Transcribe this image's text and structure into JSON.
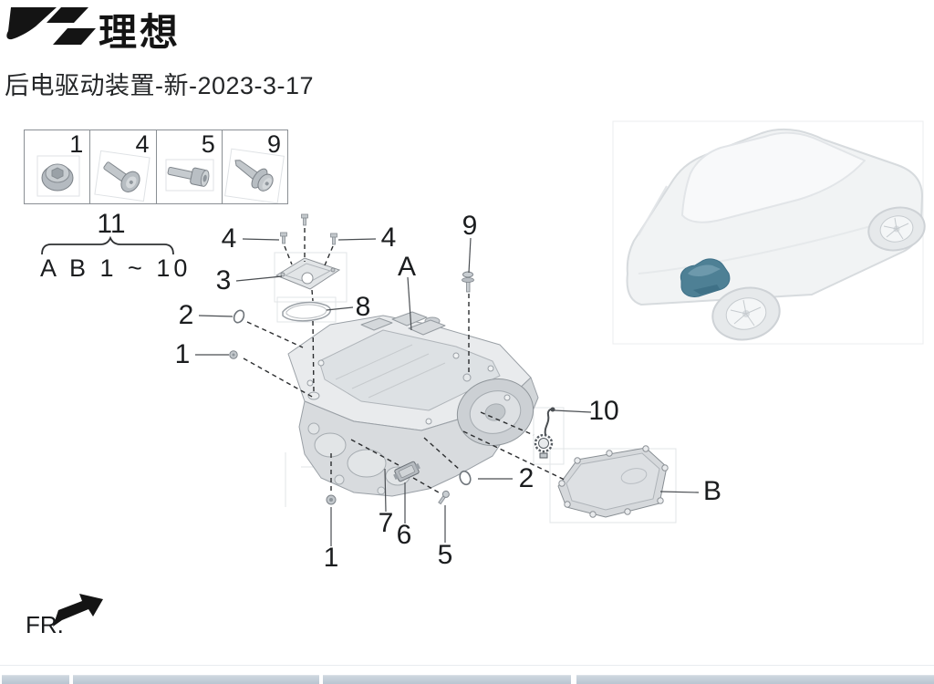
{
  "brand": {
    "name": "理想",
    "logo_icon": "li-auto-mark"
  },
  "page": {
    "title": "后电驱动装置-新-2023-3-17"
  },
  "legend": {
    "items": [
      {
        "num": "1",
        "icon": "flanged-nut-icon"
      },
      {
        "num": "4",
        "icon": "torx-bolt-icon"
      },
      {
        "num": "5",
        "icon": "socket-head-screw-icon"
      },
      {
        "num": "9",
        "icon": "washer-head-bolt-icon"
      }
    ]
  },
  "group": {
    "number": "11",
    "members": "A B 1 ~ 10"
  },
  "callouts": {
    "four_left": "4",
    "four_right": "4",
    "three": "3",
    "two_left": "2",
    "one_left": "1",
    "eight": "8",
    "a": "A",
    "nine": "9",
    "ten": "10",
    "two_right": "2",
    "b": "B",
    "one_bottom": "1",
    "seven": "7",
    "six": "6",
    "five": "5"
  },
  "direction": {
    "label": "FR."
  },
  "car_inset": {
    "highlighted_component": "rear-drive-unit",
    "highlight_color": "#4e8095"
  },
  "footer": {
    "column_count": 4,
    "header_color": "#bdc8d3"
  }
}
